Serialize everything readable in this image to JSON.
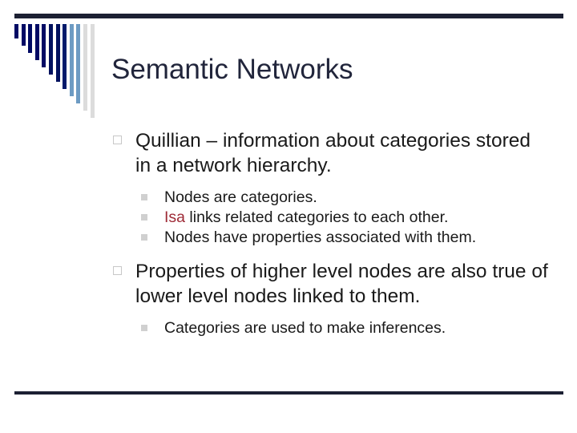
{
  "slide": {
    "title": "Semantic Networks",
    "decoration": {
      "top_rule_color": "#1c2033",
      "bottom_rule_color": "#1c2033",
      "bars": [
        {
          "color": "#000a64",
          "height": 18
        },
        {
          "color": "#000a64",
          "height": 27
        },
        {
          "color": "#000a64",
          "height": 36
        },
        {
          "color": "#000a64",
          "height": 45
        },
        {
          "color": "#000a64",
          "height": 54
        },
        {
          "color": "#00115e",
          "height": 63
        },
        {
          "color": "#00115e",
          "height": 72
        },
        {
          "color": "#011a6b",
          "height": 81
        },
        {
          "color": "#6d9bc3",
          "height": 90
        },
        {
          "color": "#6d9bc3",
          "height": 99
        },
        {
          "color": "#dcdcdc",
          "height": 108
        },
        {
          "color": "#dcdcdc",
          "height": 117
        }
      ]
    },
    "content": [
      {
        "level": 1,
        "marker": "hollow-square",
        "text": "Quillian – information about categories stored in a network hierarchy."
      },
      {
        "level": 2,
        "marker": "filled-square",
        "text": "Nodes are categories."
      },
      {
        "level": 2,
        "marker": "filled-square",
        "highlight": "Isa",
        "highlight_color": "#9e2a36",
        "text_after_highlight": " links related categories to each other."
      },
      {
        "level": 2,
        "marker": "filled-square",
        "text": "Nodes have properties associated with them."
      },
      {
        "level": 1,
        "marker": "hollow-square",
        "text": "Properties of higher level nodes are also true of lower level nodes linked to them."
      },
      {
        "level": 2,
        "marker": "filled-square",
        "text": "Categories are used to make inferences."
      }
    ]
  }
}
